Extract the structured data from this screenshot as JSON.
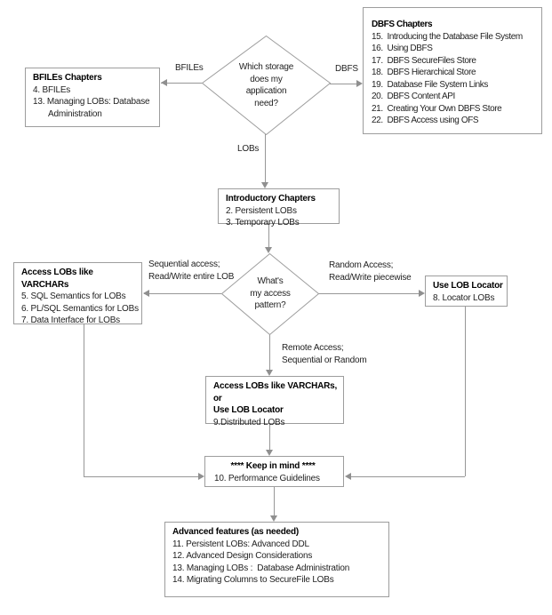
{
  "colors": {
    "connector": "#979797",
    "box_border": "#9d9d9d",
    "text": "#1f1f1f"
  },
  "decisions": {
    "storage": {
      "question": "Which storage\ndoes my\napplication\nneed?"
    },
    "access": {
      "question": "What's\nmy access\npattern?"
    }
  },
  "edge_labels": {
    "bfiles": "BFILEs",
    "dbfs": "DBFS",
    "lobs": "LOBs",
    "sequential": "Sequential access;\nRead/Write entire LOB",
    "random": "Random Access;\nRead/Write piecewise",
    "remote": "Remote Access;\nSequential or Random"
  },
  "boxes": {
    "bfiles": {
      "title": "BFILEs Chapters",
      "items": [
        "4. BFILEs",
        "13. Managing LOBs: Database Administration"
      ]
    },
    "dbfs": {
      "title": "DBFS Chapters",
      "items": [
        "15.  Introducing the Database File System",
        "16.  Using DBFS",
        "17.  DBFS SecureFiles Store",
        "18.  DBFS Hierarchical Store",
        "19.  Database File System Links",
        "20.  DBFS Content API",
        "21.  Creating Your Own DBFS Store",
        "22.  DBFS Access using OFS"
      ]
    },
    "intro": {
      "title": "Introductory Chapters",
      "items": [
        "2. Persistent LOBs",
        "3. Temporary LOBs"
      ]
    },
    "varchars": {
      "title": "Access LOBs like VARCHARs",
      "items": [
        "5. SQL Semantics for LOBs",
        "6. PL/SQL Semantics for LOBs",
        "7. Data Interface for LOBs"
      ]
    },
    "locator": {
      "title": "Use LOB Locator",
      "items": [
        "8. Locator LOBs"
      ]
    },
    "varloc": {
      "title": "Access LOBs like VARCHARs, or\nUse LOB Locator",
      "items": [
        "9.Distributed LOBs"
      ]
    },
    "keep": {
      "title": "**** Keep in mind ****",
      "items": [
        "10. Performance Guidelines"
      ]
    },
    "advanced": {
      "title": "Advanced features (as needed)",
      "items": [
        "11. Persistent LOBs: Advanced DDL",
        "12. Advanced Design Considerations",
        "13. Managing LOBs :  Database Administration",
        "14. Migrating Columns to SecureFile LOBs"
      ]
    }
  }
}
